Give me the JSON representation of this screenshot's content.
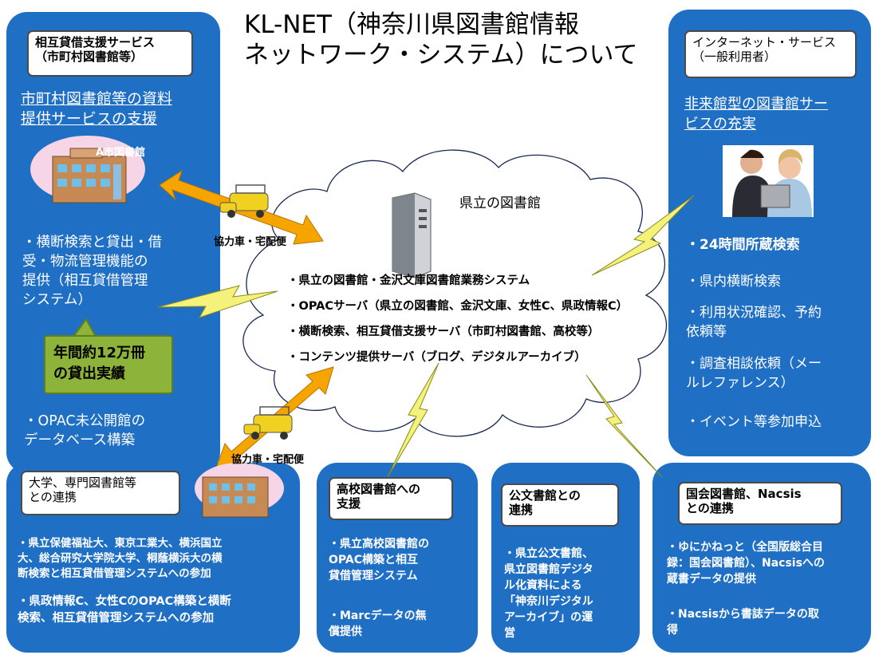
{
  "title": "KL-NET（神奈川県図書館情報\nネットワーク・システム）について",
  "colors": {
    "panel": "#1f6fc5",
    "cloud": "#ffffff",
    "arrow": "#f5a400",
    "bolt": "#f4f27a",
    "stat_box": "#8db33a"
  },
  "left_panel": {
    "label": "相互貸借支援サービス\n（市町村図書館等）",
    "heading": "市町村図書館等の資料\n提供サービスの支援",
    "building_label": "A市図書館",
    "bullet1": "・横断検索と貸出・借\n受・物流管理機能の\n提供（相互貸借管理\nシステム）",
    "stat": "年間約12万冊\nの貸出実績",
    "bullet2": "・OPAC未公開館の\nデータベース構築"
  },
  "univ_panel": {
    "label": "大学、専門図書館等\nとの連携",
    "bullet1": "・県立保健福祉大、東京工業大、横浜国立\n大、総合研究大学院大学、桐蔭横浜大の横\n断検索と相互貸借管理システムへの参加",
    "bullet2": "・県政情報C、女性CのOPAC構築と横断\n検索、相互貸借管理システムへの参加"
  },
  "right_panel": {
    "label": "インターネット・サービス\n（一般利用者）",
    "heading": "非来館型の図書館サー\nビスの充実",
    "items": [
      "・24時間所蔵検索",
      "・県内横断検索",
      "・利用状況確認、予約\n依頼等",
      "・調査相談依頼（メー\nルレファレンス）",
      "・イベント等参加申込"
    ]
  },
  "school_panel": {
    "label": "高校図書館への\n支援",
    "bullet1": "・県立高校図書館の\nOPAC構築と相互\n貸借管理システム",
    "bullet2": "・Marcデータの無\n償提供"
  },
  "archives_panel": {
    "label": "公文書館との\n連携",
    "bullet1": "・県立公文書館、\n県立図書館デジタ\nル化資料による\n「神奈川デジタル\nアーカイブ」の運\n営"
  },
  "national_panel": {
    "label": "国会図書館、Nacsis\nとの連携",
    "bullet1": "・ゆにかねっと（全国版総合目\n録：国会図書館）、Nacsisへの\n蔵書データの提供",
    "bullet2": "・Nacsisから書誌データの取\n得"
  },
  "cloud": {
    "title": "県立の図書館",
    "items": [
      "・県立の図書館・金沢文庫図書館業務システム",
      "・OPACサーバ（県立の図書館、金沢文庫、女性C、県政情報C）",
      "・横断検索、相互貸借支援サーバ（市町村図書館、高校等）",
      "・コンテンツ提供サーバ（ブログ、デジタルアーカイブ）"
    ]
  },
  "delivery_label_top": "協力車・宅配便",
  "delivery_label_bottom": "協力車・宅配便"
}
